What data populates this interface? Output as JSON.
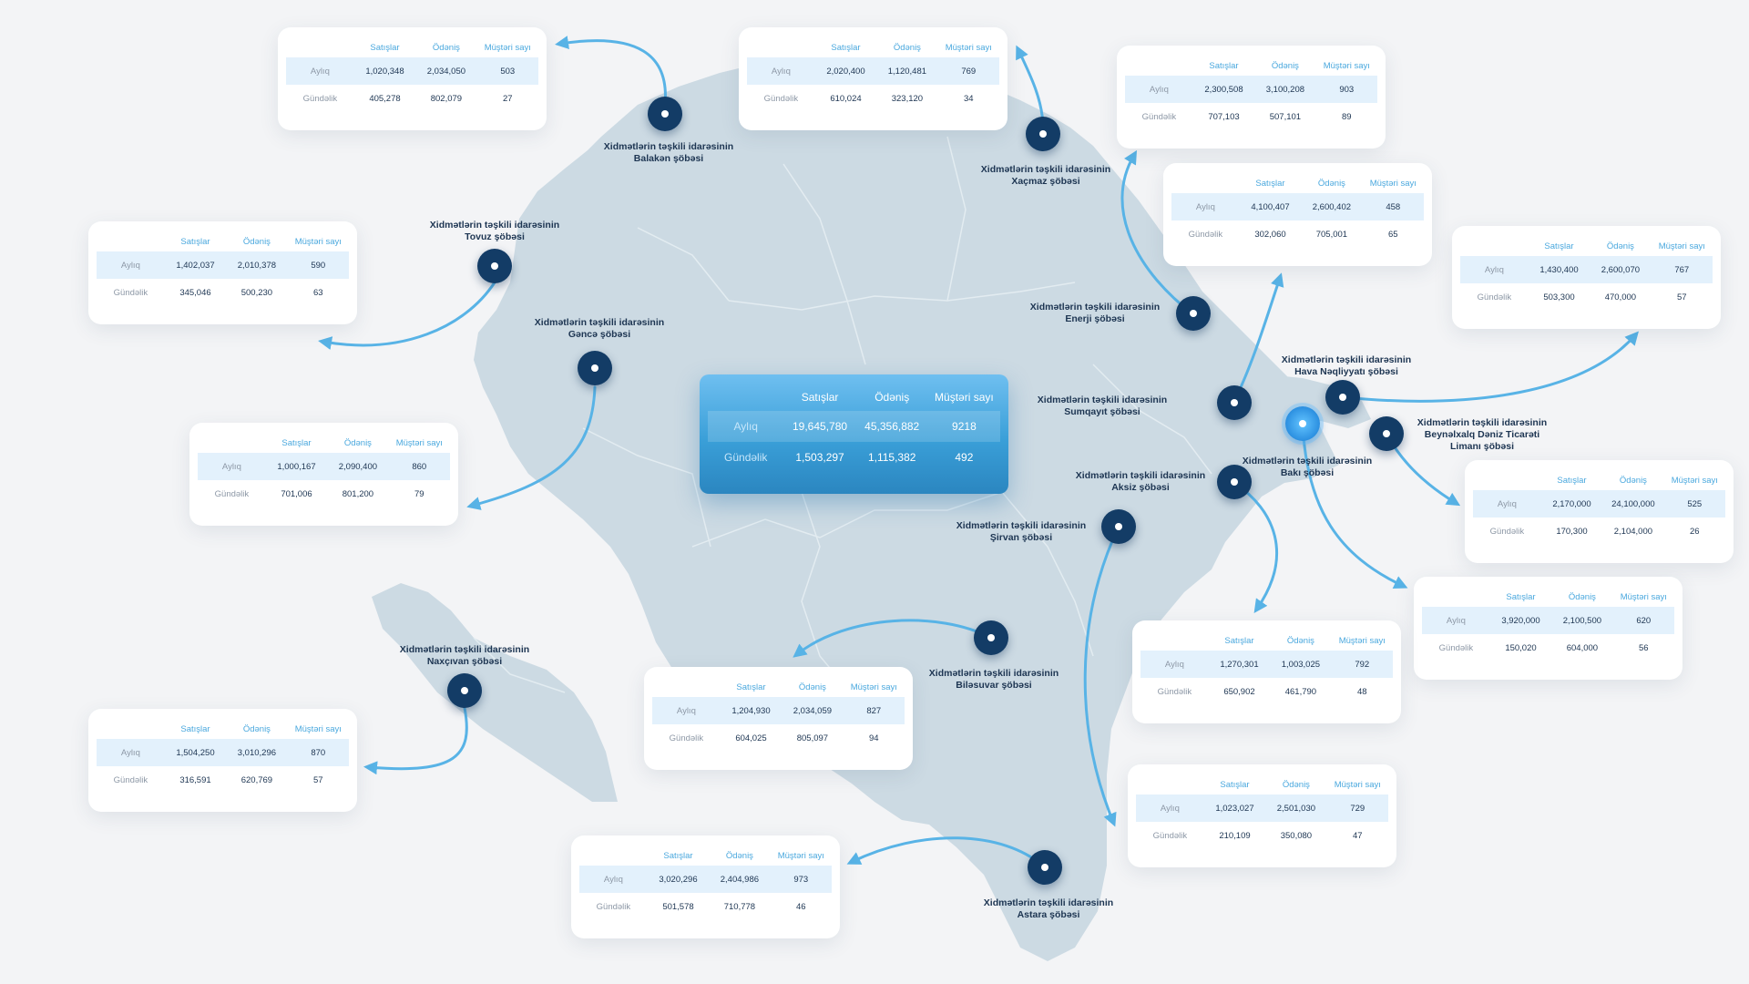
{
  "headers": {
    "sales": "Satışlar",
    "payment": "Ödəniş",
    "customers": "Müştəri sayı"
  },
  "row_labels": {
    "monthly": "Aylıq",
    "daily": "Gündəlik"
  },
  "summary": {
    "monthly": {
      "sales": "19,645,780",
      "payment": "45,356,882",
      "customers": "9218"
    },
    "daily": {
      "sales": "1,503,297",
      "payment": "1,115,382",
      "customers": "492"
    }
  },
  "branches": [
    {
      "id": "balaken",
      "name": "Xidmətlərin təşkili idarəsinin\nBalakən şöbəsi",
      "monthly": {
        "sales": "1,020,348",
        "payment": "2,034,050",
        "customers": "503"
      },
      "daily": {
        "sales": "405,278",
        "payment": "802,079",
        "customers": "27"
      }
    },
    {
      "id": "xacmaz",
      "name": "Xidmətlərin təşkili idarəsinin\nXaçmaz şöbəsi",
      "monthly": {
        "sales": "2,020,400",
        "payment": "1,120,481",
        "customers": "769"
      },
      "daily": {
        "sales": "610,024",
        "payment": "323,120",
        "customers": "34"
      }
    },
    {
      "id": "enerji",
      "name": "Xidmətlərin təşkili idarəsinin\nEnerji şöbəsi",
      "monthly": {
        "sales": "2,300,508",
        "payment": "3,100,208",
        "customers": "903"
      },
      "daily": {
        "sales": "707,103",
        "payment": "507,101",
        "customers": "89"
      }
    },
    {
      "id": "sumqayit",
      "name": "Xidmətlərin təşkili idarəsinin\nSumqayıt şöbəsi",
      "monthly": {
        "sales": "4,100,407",
        "payment": "2,600,402",
        "customers": "458"
      },
      "daily": {
        "sales": "302,060",
        "payment": "705,001",
        "customers": "65"
      }
    },
    {
      "id": "hava",
      "name": "Xidmətlərin təşkili idarəsinin\nHava Nəqliyyatı şöbəsi",
      "monthly": {
        "sales": "1,430,400",
        "payment": "2,600,070",
        "customers": "767"
      },
      "daily": {
        "sales": "503,300",
        "payment": "470,000",
        "customers": "57"
      }
    },
    {
      "id": "tovuz",
      "name": "Xidmətlərin təşkili idarəsinin\nTovuz şöbəsi",
      "monthly": {
        "sales": "1,402,037",
        "payment": "2,010,378",
        "customers": "590"
      },
      "daily": {
        "sales": "345,046",
        "payment": "500,230",
        "customers": "63"
      }
    },
    {
      "id": "gence",
      "name": "Xidmətlərin təşkili idarəsinin\nGəncə şöbəsi",
      "monthly": {
        "sales": "1,000,167",
        "payment": "2,090,400",
        "customers": "860"
      },
      "daily": {
        "sales": "701,006",
        "payment": "801,200",
        "customers": "79"
      }
    },
    {
      "id": "liman",
      "name": "Xidmətlərin təşkili idarəsinin\nBeynəlxalq Dəniz Ticarəti\nLimanı şöbəsi",
      "monthly": {
        "sales": "2,170,000",
        "payment": "24,100,000",
        "customers": "525"
      },
      "daily": {
        "sales": "170,300",
        "payment": "2,104,000",
        "customers": "26"
      }
    },
    {
      "id": "baki",
      "name": "Xidmətlərin təşkili idarəsinin\nBakı şöbəsi",
      "monthly": {
        "sales": "3,920,000",
        "payment": "2,100,500",
        "customers": "620"
      },
      "daily": {
        "sales": "150,020",
        "payment": "604,000",
        "customers": "56"
      }
    },
    {
      "id": "aksiz",
      "name": "Xidmətlərin təşkili idarəsinin\nAksiz şöbəsi",
      "monthly": {
        "sales": "1,270,301",
        "payment": "1,003,025",
        "customers": "792"
      },
      "daily": {
        "sales": "650,902",
        "payment": "461,790",
        "customers": "48"
      }
    },
    {
      "id": "bilesuvar",
      "name": "Xidmətlərin təşkili idarəsinin\nBiləsuvar şöbəsi",
      "monthly": {
        "sales": "1,204,930",
        "payment": "2,034,059",
        "customers": "827"
      },
      "daily": {
        "sales": "604,025",
        "payment": "805,097",
        "customers": "94"
      }
    },
    {
      "id": "naxcivan",
      "name": "Xidmətlərin təşkili idarəsinin\nNaxçıvan şöbəsi",
      "monthly": {
        "sales": "1,504,250",
        "payment": "3,010,296",
        "customers": "870"
      },
      "daily": {
        "sales": "316,591",
        "payment": "620,769",
        "customers": "57"
      }
    },
    {
      "id": "sirvan",
      "name": "Xidmətlərin təşkili idarəsinin\nŞirvan şöbəsi",
      "monthly": {
        "sales": "1,023,027",
        "payment": "2,501,030",
        "customers": "729"
      },
      "daily": {
        "sales": "210,109",
        "payment": "350,080",
        "customers": "47"
      }
    },
    {
      "id": "astara",
      "name": "Xidmətlərin təşkili idarəsinin\nAstara şöbəsi",
      "monthly": {
        "sales": "3,020,296",
        "payment": "2,404,986",
        "customers": "973"
      },
      "daily": {
        "sales": "501,578",
        "payment": "710,778",
        "customers": "46"
      }
    }
  ],
  "colors": {
    "map_fill": "#ccdae3",
    "region_border": "#e3ecf1",
    "arrow": "#58b3e6",
    "marker": "#133c66",
    "marker_active": "#3aa3f0",
    "table_header": "#4aa8de",
    "highlight_row": "#e3f1fc",
    "summary_card": "#3a9fd8",
    "text_dark": "#1d3552"
  },
  "active_branch": "baki",
  "icons": {
    "marker": "location-pin-icon"
  }
}
